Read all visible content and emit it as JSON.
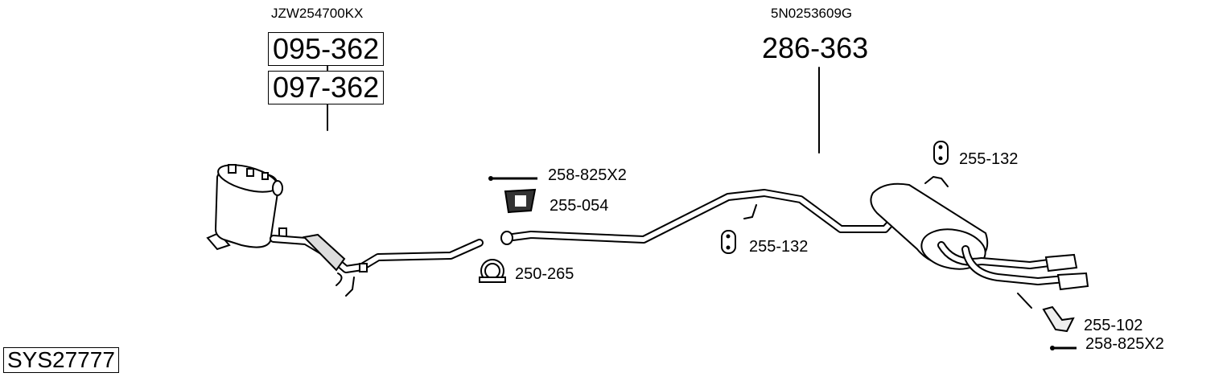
{
  "system_id": "SYS27777",
  "front_section": {
    "oe_number": "JZW254700KX",
    "part_numbers": [
      "095-362",
      "097-362"
    ]
  },
  "middle_section": {
    "oe_number": "5N0253609G",
    "part_number": "286-363"
  },
  "fittings": [
    {
      "part": "258-825X2",
      "icon": "bolt-icon"
    },
    {
      "part": "255-054",
      "icon": "bracket-icon"
    },
    {
      "part": "250-265",
      "icon": "clamp-icon"
    },
    {
      "part": "255-132",
      "icon": "rubber-hanger-icon"
    },
    {
      "part": "255-132",
      "icon": "rubber-hanger-icon"
    },
    {
      "part": "255-102",
      "icon": "bracket-icon"
    },
    {
      "part": "258-825X2",
      "icon": "bolt-icon"
    }
  ]
}
